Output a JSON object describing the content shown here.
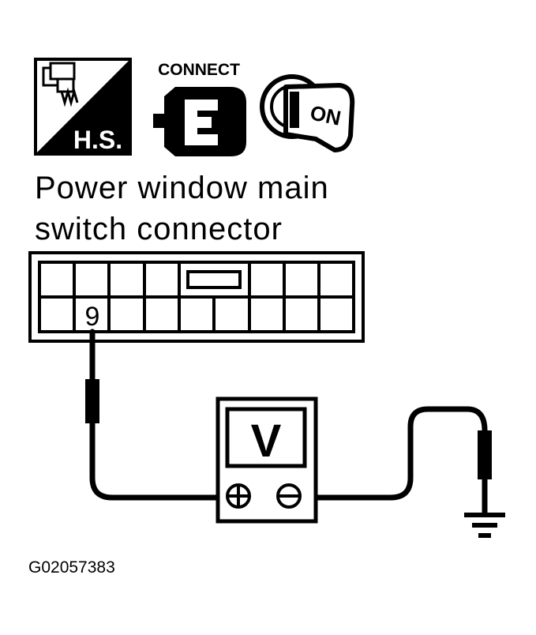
{
  "icons": {
    "hs_label": "H.S.",
    "connect_label": "CONNECT",
    "ignition_label": "ON"
  },
  "title": {
    "line1": "Power window main",
    "line2": "switch connector"
  },
  "connector": {
    "pin_label": "9"
  },
  "meter": {
    "display_label": "V"
  },
  "figure_code": "G02057383"
}
